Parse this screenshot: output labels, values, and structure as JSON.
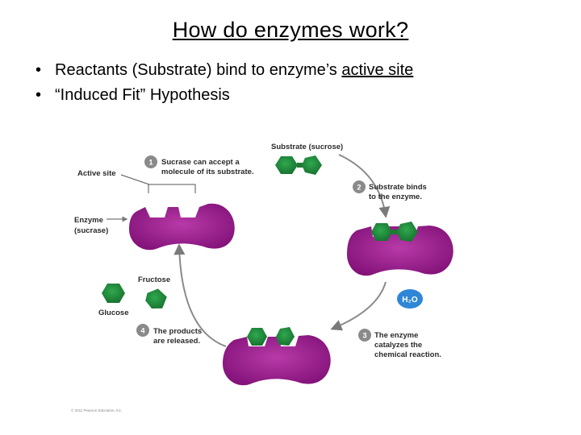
{
  "slide": {
    "title": "How do enzymes work?",
    "bullets": [
      {
        "text_before": "Reactants (Substrate) bind to enzyme’s ",
        "text_underlined": "active site"
      },
      {
        "text_before": "“Induced Fit” Hypothesis",
        "text_underlined": ""
      }
    ]
  },
  "diagram": {
    "labels": {
      "substrate": "Substrate (sucrose)",
      "active_site": "Active site",
      "enzyme_line1": "Enzyme",
      "enzyme_line2": "(sucrase)",
      "fructose": "Fructose",
      "glucose": "Glucose",
      "water": "H₂O"
    },
    "steps": [
      {
        "number": "1",
        "line1": "Sucrase can accept a",
        "line2": "molecule of its substrate."
      },
      {
        "number": "2",
        "line1": "Substrate binds",
        "line2": "to the enzyme."
      },
      {
        "number": "3",
        "line1": "The enzyme",
        "line2": "catalyzes the",
        "line3": "chemical reaction."
      },
      {
        "number": "4",
        "line1": "The products",
        "line2": "are released."
      }
    ],
    "copyright": "© 2011 Pearson Education, Inc.",
    "colors": {
      "enzyme": "#9b1c8c",
      "substrate": "#1f8a3c",
      "step_badge": "#8a8a8a",
      "water": "#2f86d6"
    }
  }
}
